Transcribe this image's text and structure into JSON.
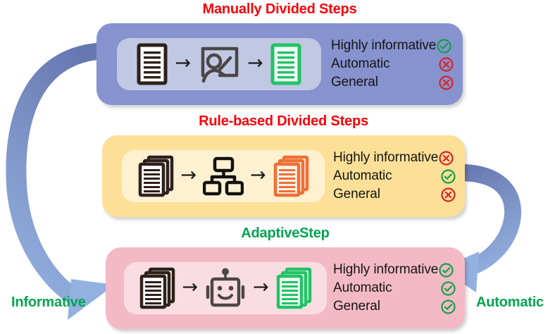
{
  "figure": {
    "caption_left": "Informative",
    "caption_right": "Automatic",
    "caption_left_color": "#00a550",
    "caption_right_color": "#00a550"
  },
  "colors": {
    "title_red": "#fb0007",
    "title_green": "#00a550",
    "panel_blue": "#8793cf",
    "panel_blue_inner": "#c1c8e4",
    "panel_yellow": "#fde098",
    "panel_yellow_inner": "#fdf1d2",
    "panel_pink": "#f3bac6",
    "panel_pink_inner": "#fadde3",
    "arrow_blue_dark": "#6678b0",
    "arrow_blue_light": "#8fabdd",
    "doc_black": "#2e2119",
    "doc_green": "#22c366",
    "doc_orange": "#ef6f34",
    "icon_gray": "#4a4645",
    "check_green": "#13a04a",
    "cross_red": "#d8232a"
  },
  "panels": [
    {
      "id": "manual",
      "title": "Manually Divided Steps",
      "title_color": "#fb0007",
      "icons": {
        "input": "document-black-icon",
        "processor": "person-whiteboard-icon",
        "output": "document-green-icon"
      },
      "checklist": [
        {
          "label": "Highly informative",
          "status": "check"
        },
        {
          "label": "Automatic",
          "status": "cross"
        },
        {
          "label": "General",
          "status": "cross"
        }
      ]
    },
    {
      "id": "rule-based",
      "title": "Rule-based Divided Steps",
      "title_color": "#fb0007",
      "icons": {
        "input": "documents-stack-black-icon",
        "processor": "hierarchy-tree-icon",
        "output": "documents-stack-orange-icon"
      },
      "checklist": [
        {
          "label": "Highly informative",
          "status": "cross"
        },
        {
          "label": "Automatic",
          "status": "check"
        },
        {
          "label": "General",
          "status": "cross"
        }
      ]
    },
    {
      "id": "adaptivestep",
      "title": "AdaptiveStep",
      "title_color": "#00a550",
      "icons": {
        "input": "documents-stack-black-icon",
        "processor": "robot-icon",
        "output": "documents-stack-green-icon"
      },
      "checklist": [
        {
          "label": "Highly informative",
          "status": "check"
        },
        {
          "label": "Automatic",
          "status": "check"
        },
        {
          "label": "General",
          "status": "check"
        }
      ]
    }
  ],
  "flow_arrows": [
    {
      "name": "left-curved-arrow",
      "from": "manual",
      "to": "adaptivestep",
      "caption": "Informative"
    },
    {
      "name": "right-curved-arrow",
      "from": "rule-based",
      "to": "adaptivestep",
      "caption": "Automatic"
    }
  ]
}
